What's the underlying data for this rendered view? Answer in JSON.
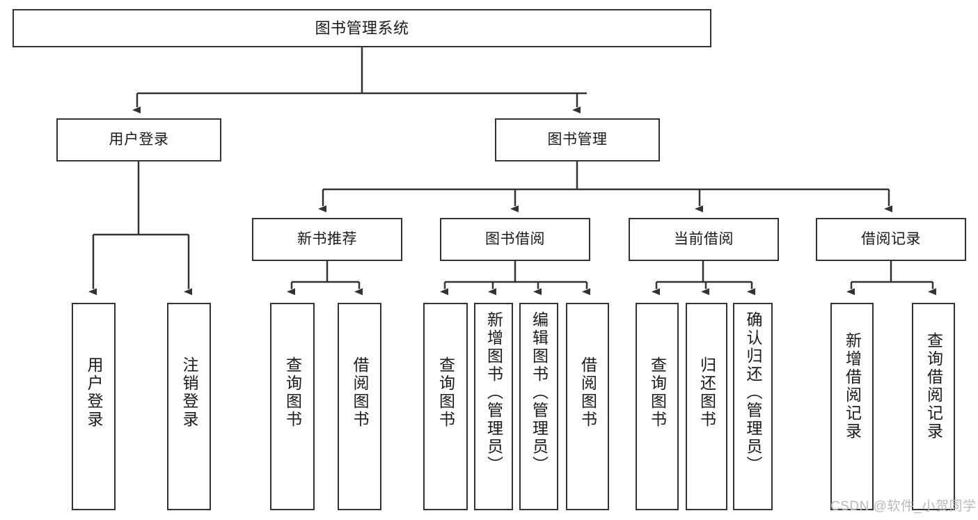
{
  "diagram": {
    "title": "图书管理系统",
    "type": "functional-structure-tree",
    "colors": {
      "stroke": "#333333",
      "fill": "#ffffff",
      "text": "#1a1a1a",
      "watermark": "#b9b9b9"
    },
    "root": {
      "label": "图书管理系统"
    },
    "level2": [
      {
        "label": "用户登录"
      },
      {
        "label": "图书管理"
      }
    ],
    "level3": [
      {
        "label": "新书推荐"
      },
      {
        "label": "图书借阅"
      },
      {
        "label": "当前借阅"
      },
      {
        "label": "借阅记录"
      }
    ],
    "leaves": {
      "user_login": [
        {
          "label": "用户登录"
        },
        {
          "label": "注销登录"
        }
      ],
      "new_book": [
        {
          "label": "查询图书"
        },
        {
          "label": "借阅图书"
        }
      ],
      "book_borrow": [
        {
          "label": "查询图书"
        },
        {
          "label": "新增图书（管理员）"
        },
        {
          "label": "编辑图书（管理员）"
        },
        {
          "label": "借阅图书"
        }
      ],
      "current_borrow": [
        {
          "label": "查询图书"
        },
        {
          "label": "归还图书"
        },
        {
          "label": "确认归还（管理员）"
        }
      ],
      "borrow_record": [
        {
          "label": "新增借阅记录"
        },
        {
          "label": "查询借阅记录"
        }
      ]
    }
  },
  "watermark": {
    "text": "CSDN @软件_小贺同学"
  }
}
